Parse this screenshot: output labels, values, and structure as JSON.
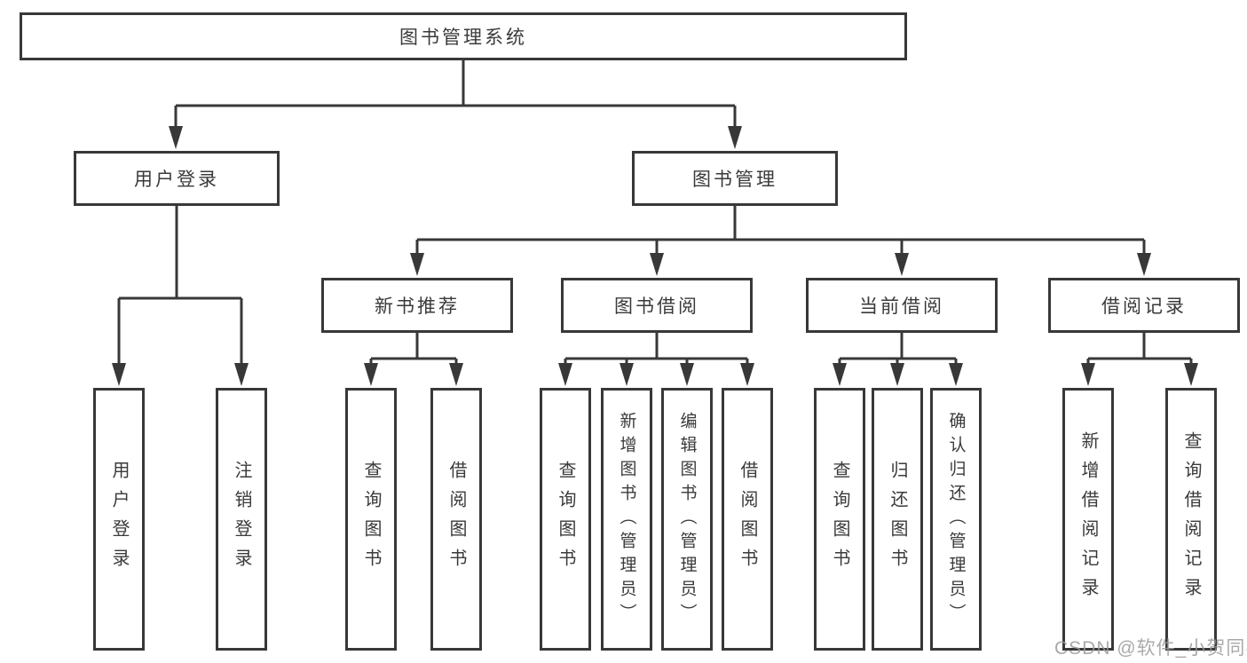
{
  "nodes": {
    "root": "图书管理系统",
    "userLogin": "用户登录",
    "bookMgmt": "图书管理",
    "newBookRec": "新书推荐",
    "bookBorrow": "图书借阅",
    "currentBorrow": "当前借阅",
    "borrowRecords": "借阅记录",
    "ulUserLogin": "用户登录",
    "ulLogout": "注销登录",
    "nbQueryBooks": "查询图书",
    "nbBorrowBooks": "借阅图书",
    "bbQueryBooks": "查询图书",
    "bbAddBooks": "新增图书（管理员）",
    "bbEditBooks": "编辑图书（管理员）",
    "bbBorrowBooks": "借阅图书",
    "cbQueryBooks": "查询图书",
    "cbReturnBooks": "归还图书",
    "cbConfirmReturn": "确认归还（管理员）",
    "brAddRecord": "新增借阅记录",
    "brQueryRecord": "查询借阅记录"
  },
  "watermark": "CSDN @软件_小贺同学",
  "colors": {
    "line": "#383838",
    "text": "#3a3a3a",
    "watermark": "#9b9b9b",
    "background": "#ffffff"
  }
}
